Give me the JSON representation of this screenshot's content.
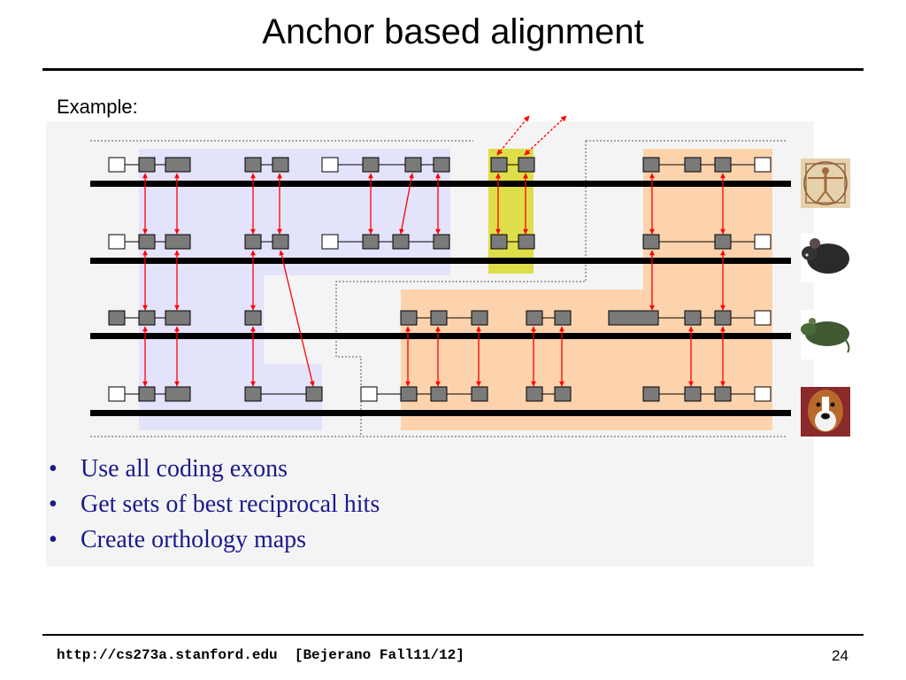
{
  "slide": {
    "title": "Anchor based alignment",
    "example_label": "Example:",
    "bullets": [
      "Use all coding exons",
      "Get sets of best reciprocal hits",
      "Create orthology maps"
    ],
    "footer_url": "http://cs273a.stanford.edu",
    "footer_citation": "[Bejerano Fall11/12]",
    "page_number": "24"
  },
  "species": [
    {
      "name": "human",
      "icon": "vitruvian-man-icon"
    },
    {
      "name": "mouse",
      "icon": "mouse-icon"
    },
    {
      "name": "rat",
      "icon": "rat-icon"
    },
    {
      "name": "dog",
      "icon": "dog-icon"
    }
  ],
  "colors": {
    "blue_region": "#e3e3fb",
    "yellow_region": "#dede4a",
    "orange_region": "#fdd3ad",
    "exon_fill": "#7a7a7a",
    "arrow": "#ff0000",
    "bullet_text": "#1a1a8c"
  }
}
